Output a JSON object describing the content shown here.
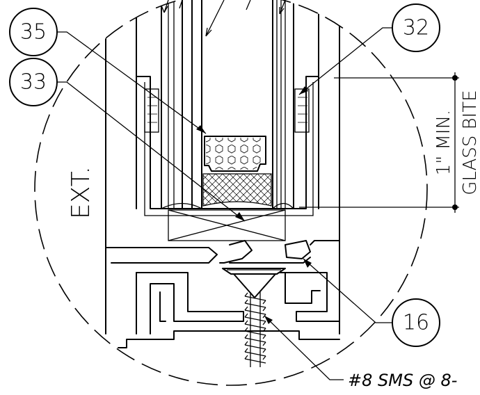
{
  "callouts": {
    "c35": "35",
    "c33": "33",
    "c32": "32",
    "c16": "16"
  },
  "labels": {
    "exterior": "EXT.",
    "dim_line1": "1\" MIN.",
    "dim_line2": "GLASS BITE",
    "screw_note": "#8 SMS @ 8-"
  }
}
